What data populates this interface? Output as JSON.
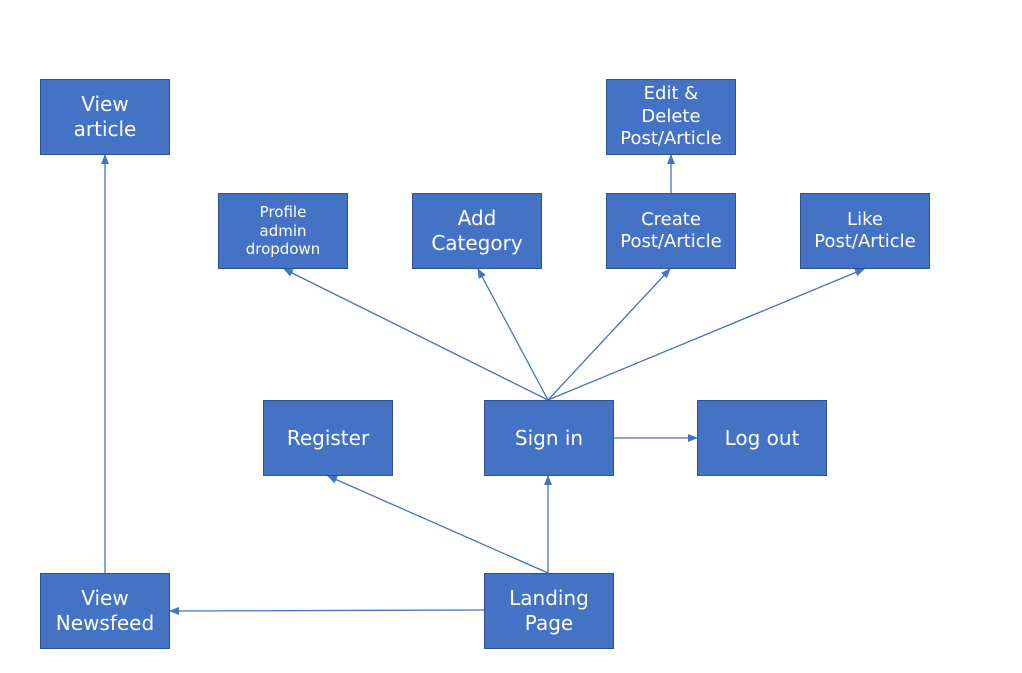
{
  "colors": {
    "node_fill": "#4472c4",
    "node_border": "#2f528f",
    "node_text": "#ffffff",
    "edge": "#4472c4",
    "background": "#ffffff"
  },
  "nodes": {
    "view_article": "View\narticle",
    "profile_admin_dropdown": "Profile\nadmin\ndropdown",
    "add_category": "Add\nCategory",
    "edit_delete": "Edit &\nDelete\nPost/Article",
    "create_post": "Create\nPost/Article",
    "like_post": "Like\nPost/Article",
    "register": "Register",
    "sign_in": "Sign in",
    "log_out": "Log out",
    "view_newsfeed": "View\nNewsfeed",
    "landing_page": "Landing\nPage"
  },
  "edges": [
    {
      "from": "landing_page",
      "to": "view_newsfeed"
    },
    {
      "from": "landing_page",
      "to": "register"
    },
    {
      "from": "landing_page",
      "to": "sign_in"
    },
    {
      "from": "view_newsfeed",
      "to": "view_article"
    },
    {
      "from": "sign_in",
      "to": "log_out"
    },
    {
      "from": "sign_in",
      "to": "profile_admin_dropdown"
    },
    {
      "from": "sign_in",
      "to": "add_category"
    },
    {
      "from": "sign_in",
      "to": "create_post"
    },
    {
      "from": "sign_in",
      "to": "like_post"
    },
    {
      "from": "create_post",
      "to": "edit_delete"
    }
  ]
}
